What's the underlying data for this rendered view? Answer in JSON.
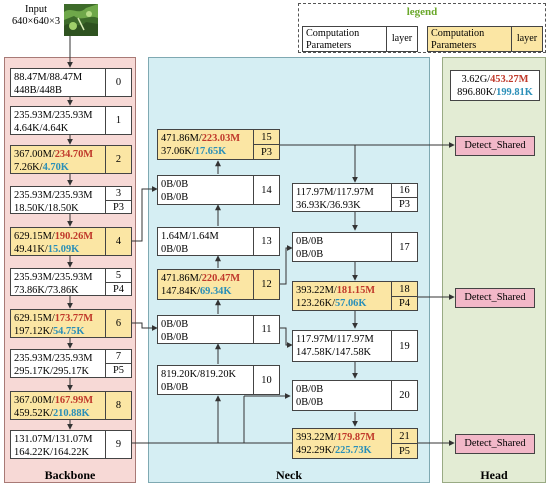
{
  "input": {
    "title": "Input",
    "size": "640×640×3"
  },
  "legend": {
    "title": "legend",
    "plain": {
      "text": "Computation\nParameters",
      "layer": "layer"
    },
    "highlight": {
      "text": "Computation\nParameters",
      "layer": "layer"
    }
  },
  "panels": {
    "backbone": "Backbone",
    "neck": "Neck",
    "head": "Head"
  },
  "backbone": [
    {
      "idx": "0",
      "comp": "88.47M/88.47M",
      "params": "448B/448B"
    },
    {
      "idx": "1",
      "comp": "235.93M/235.93M",
      "params": "4.64K/4.64K"
    },
    {
      "idx": "2",
      "comp_a": "367.00M/",
      "comp_b": "234.70M",
      "params_a": "7.26K/",
      "params_b": "4.70K"
    },
    {
      "idx": "3",
      "tag": "P3",
      "comp": "235.93M/235.93M",
      "params": "18.50K/18.50K"
    },
    {
      "idx": "4",
      "comp_a": "629.15M/",
      "comp_b": "190.26M",
      "params_a": "49.41K/",
      "params_b": "15.09K"
    },
    {
      "idx": "5",
      "tag": "P4",
      "comp": "235.93M/235.93M",
      "params": "73.86K/73.86K"
    },
    {
      "idx": "6",
      "comp_a": "629.15M/",
      "comp_b": "173.77M",
      "params_a": "197.12K/",
      "params_b": "54.75K"
    },
    {
      "idx": "7",
      "tag": "P5",
      "comp": "235.93M/235.93M",
      "params": "295.17K/295.17K"
    },
    {
      "idx": "8",
      "comp_a": "367.00M/",
      "comp_b": "167.99M",
      "params_a": "459.52K/",
      "params_b": "210.88K"
    },
    {
      "idx": "9",
      "comp": "131.07M/131.07M",
      "params": "164.22K/164.22K"
    }
  ],
  "neck": {
    "l15": {
      "idx": "15",
      "tag": "P3",
      "comp_a": "471.86M/",
      "comp_b": "223.03M",
      "params_a": "37.06K/",
      "params_b": "17.65K"
    },
    "l14": {
      "idx": "14",
      "comp": "0B/0B",
      "params": "0B/0B"
    },
    "l13": {
      "idx": "13",
      "comp": "1.64M/1.64M",
      "params": "0B/0B"
    },
    "l12": {
      "idx": "12",
      "comp_a": "471.86M/",
      "comp_b": "220.47M",
      "params_a": "147.84K/",
      "params_b": "69.34K"
    },
    "l11": {
      "idx": "11",
      "comp": "0B/0B",
      "params": "0B/0B"
    },
    "l10": {
      "idx": "10",
      "comp": "819.20K/819.20K",
      "params": "0B/0B"
    },
    "l16": {
      "idx": "16",
      "tag": "P3",
      "comp": "117.97M/117.97M",
      "params": "36.93K/36.93K"
    },
    "l17": {
      "idx": "17",
      "comp": "0B/0B",
      "params": "0B/0B"
    },
    "l18": {
      "idx": "18",
      "tag": "P4",
      "comp_a": "393.22M/",
      "comp_b": "181.15M",
      "params_a": "123.26K/",
      "params_b": "57.06K"
    },
    "l19": {
      "idx": "19",
      "comp": "117.97M/117.97M",
      "params": "147.58K/147.58K"
    },
    "l20": {
      "idx": "20",
      "comp": "0B/0B",
      "params": "0B/0B"
    },
    "l21": {
      "idx": "21",
      "tag": "P5",
      "comp_a": "393.22M/",
      "comp_b": "179.87M",
      "params_a": "492.29K/",
      "params_b": "225.73K"
    }
  },
  "head": {
    "summary": {
      "comp_a": "3.62G/",
      "comp_b": "453.27M",
      "params_a": "896.80K/",
      "params_b": "199.81K"
    },
    "detect": [
      "Detect_Shared",
      "Detect_Shared",
      "Detect_Shared"
    ]
  },
  "colors": {
    "reduced_comp": "#c0392b",
    "reduced_params": "#2a8fb8",
    "highlight": "#fbe6a4",
    "detect": "#f2b8c8"
  }
}
